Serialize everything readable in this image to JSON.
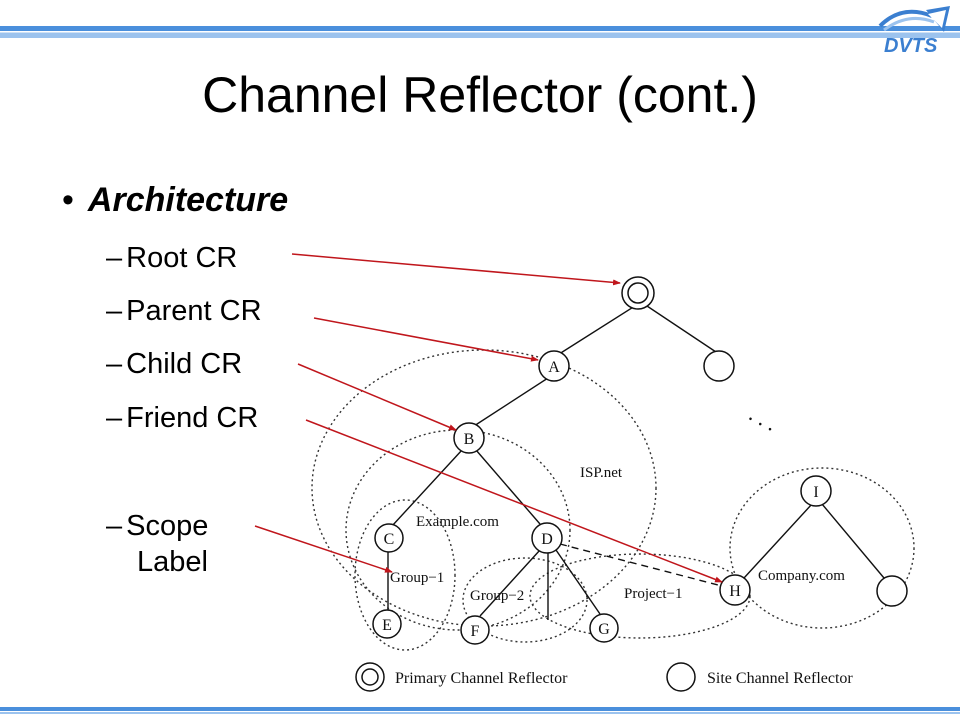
{
  "title": "Channel Reflector (cont.)",
  "logo_text": "DVTS",
  "bullet": "Architecture",
  "sub_items": [
    "Root CR",
    "Parent CR",
    "Child CR",
    "Friend CR"
  ],
  "scope": {
    "line1": "Scope",
    "line2": "Label"
  },
  "diagram": {
    "nodes": {
      "A": "A",
      "B": "B",
      "C": "C",
      "D": "D",
      "E": "E",
      "F": "F",
      "G": "G",
      "H": "H",
      "I": "I"
    },
    "scope_labels": {
      "isp": "ISP.net",
      "example": "Example.com",
      "group1": "Group−1",
      "group2": "Group−2",
      "project1": "Project−1",
      "company": "Company.com"
    },
    "ellipsis": ". . .",
    "legend": {
      "primary": "Primary Channel Reflector",
      "site": "Site Channel Reflector"
    }
  },
  "colors": {
    "accent_blue": "#4a8fdc",
    "arrow_red": "#c0161c"
  }
}
